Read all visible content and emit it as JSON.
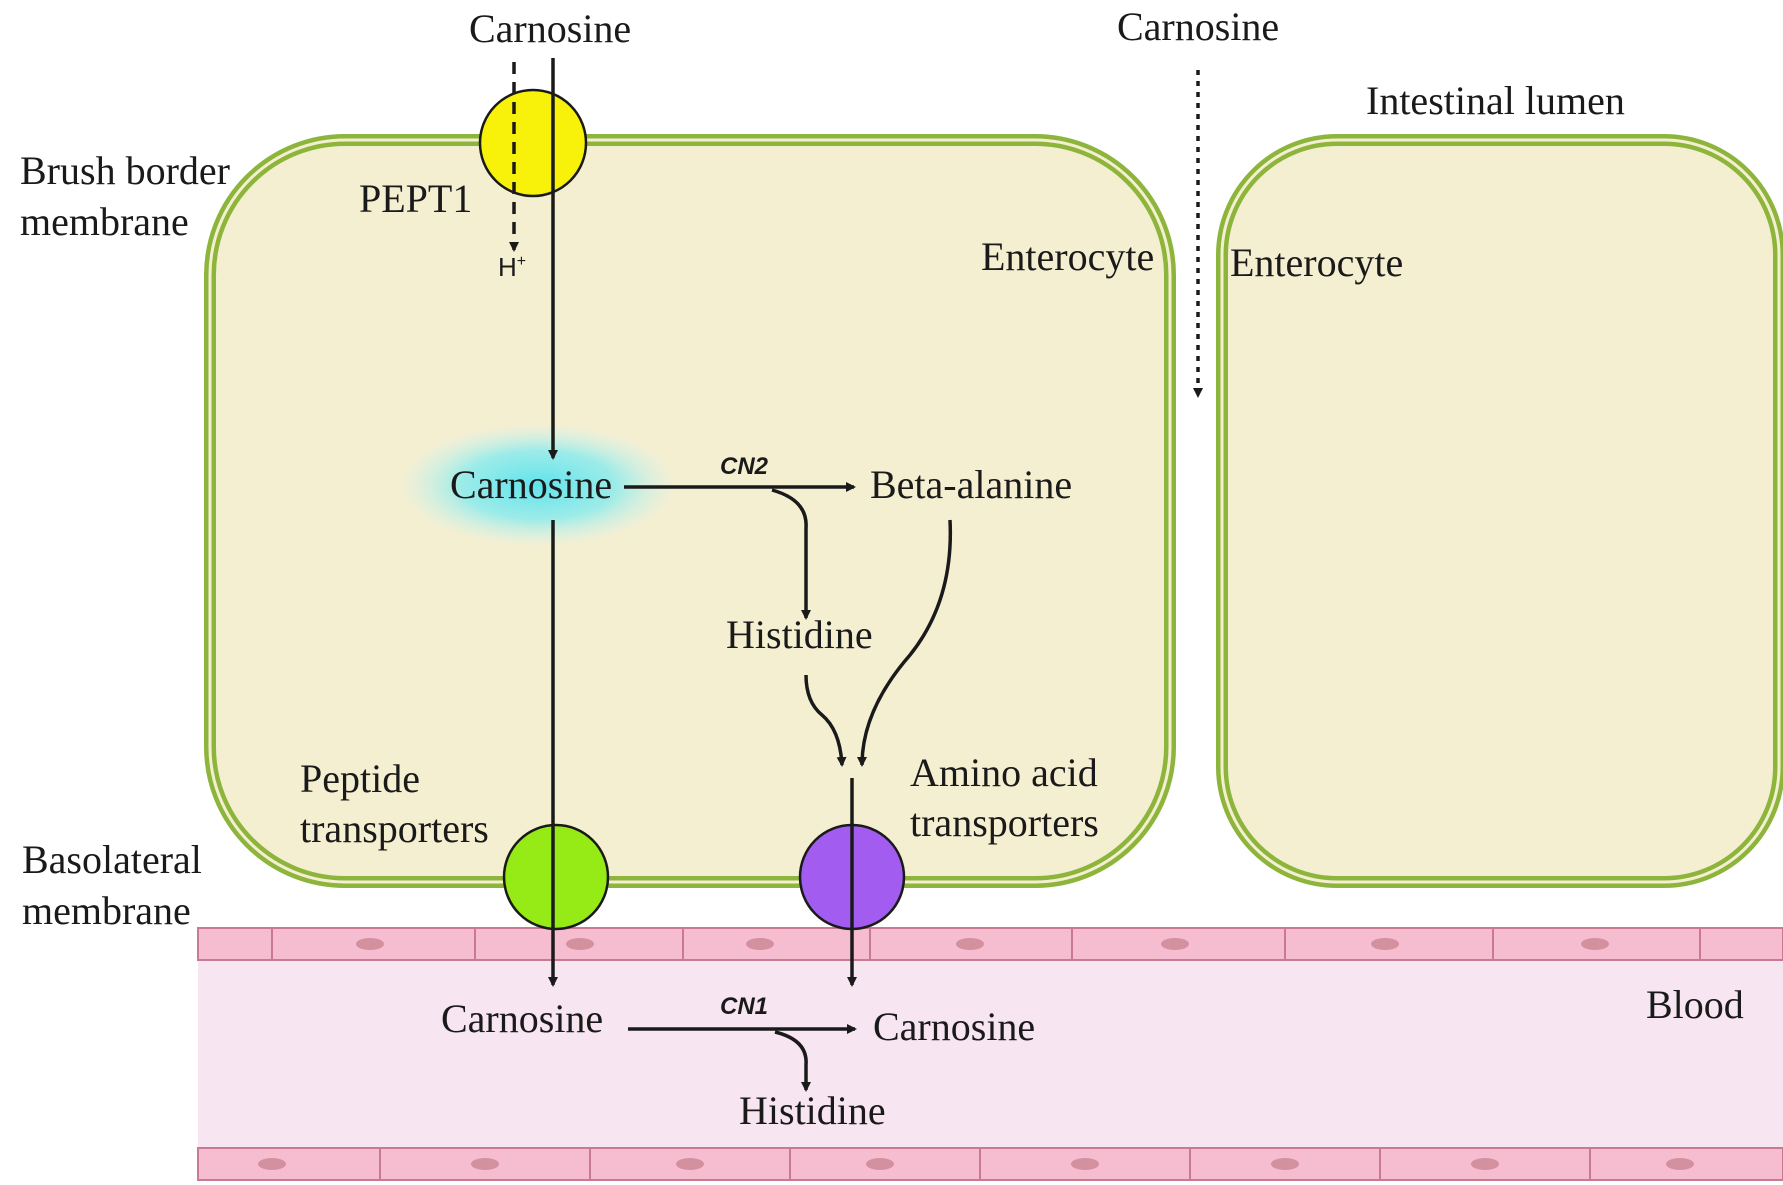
{
  "labels": {
    "carnosine_top": "Carnosine",
    "carnosine_top_right": "Carnosine",
    "intestinal_lumen": "Intestinal lumen",
    "brush_border_line1": "Brush border",
    "brush_border_line2": "membrane",
    "pept1": "PEPT1",
    "h_ion": "H",
    "h_charge": "+",
    "enterocyte_left": "Enterocyte",
    "enterocyte_right": "Enterocyte",
    "carnosine_cell": "Carnosine",
    "cn2": "CN2",
    "beta_alanine": "Beta-alanine",
    "histidine_cell": "Histidine",
    "peptide_transporters_line1": "Peptide",
    "peptide_transporters_line2": "transporters",
    "amino_acid_transporters_line1": "Amino acid",
    "amino_acid_transporters_line2": "transporters",
    "basolateral_line1": "Basolateral",
    "basolateral_line2": "membrane",
    "carnosine_blood_left": "Carnosine",
    "cn1": "CN1",
    "carnosine_blood_right": "Carnosine",
    "histidine_blood": "Histidine",
    "blood": "Blood"
  },
  "colors": {
    "cell_fill": "#f5efd2",
    "cell_border": "#8db53c",
    "pept1": "#f8f20a",
    "peptide_transporter": "#96ea16",
    "amino_acid_transporter": "#a25cf0",
    "glow": "#5fe3ec",
    "vessel_wall": "#f6bcd0",
    "vessel_lumen": "#f7e6f1",
    "vessel_nucleus": "#d3909f"
  }
}
